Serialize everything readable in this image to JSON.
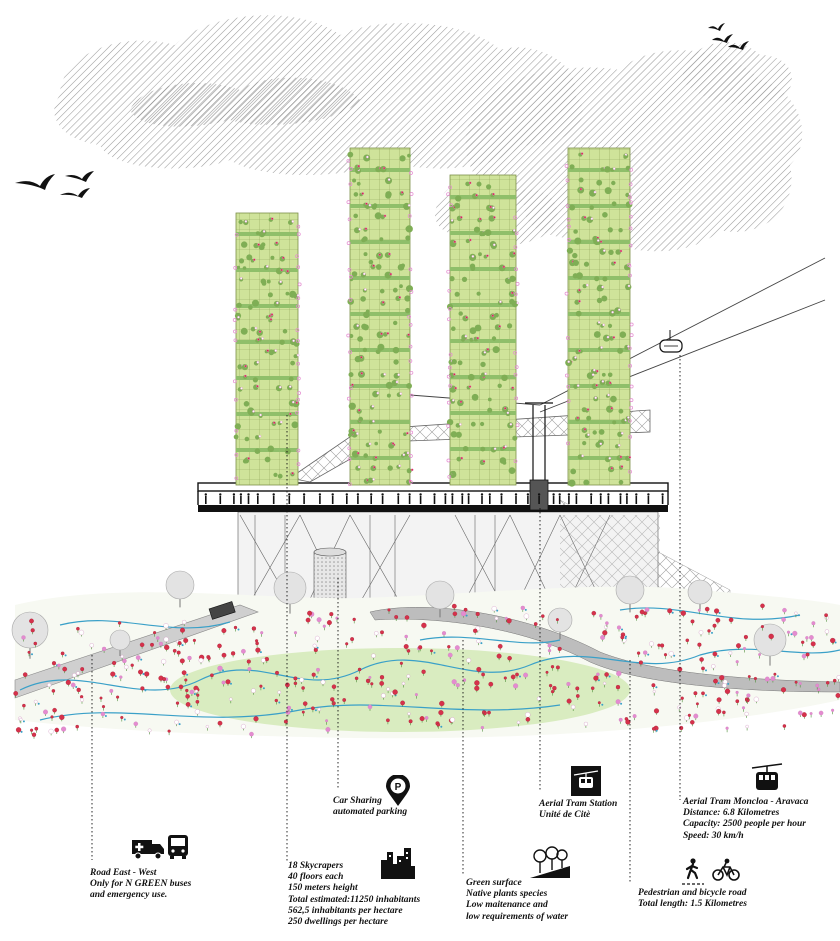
{
  "colors": {
    "tower_green": "#cfe39a",
    "flower_red": "#d6314b",
    "flower_pink": "#e48bd0",
    "water_blue": "#3aa0c8",
    "lawn_green": "#d9ecc0",
    "cloud_gray": "#b7b7b7",
    "structure_black": "#111111"
  },
  "annotations": [
    {
      "id": "road",
      "lines": [
        "Road East - West",
        "Only for N GREEN buses",
        "and emergency use."
      ],
      "icons": [
        "ambulance-icon",
        "bus-icon"
      ]
    },
    {
      "id": "skyscrapers",
      "lines": [
        "18 Skycrapers",
        "40 floors each",
        "150 meters height",
        "Total estimated:11250 inhabitants",
        "562,5 inhabitants per hectare",
        "250 dwellings per hectare"
      ],
      "icons": [
        "city-skyline-icon"
      ]
    },
    {
      "id": "car-sharing",
      "lines": [
        "Car Sharing",
        "automated parking"
      ],
      "icons": [
        "parking-pin-icon"
      ]
    },
    {
      "id": "green-surface",
      "lines": [
        "Green surface",
        "Native plants species",
        "Low maitenance and",
        "low requirements of water"
      ],
      "icons": [
        "trees-icon"
      ]
    },
    {
      "id": "tram-station",
      "lines": [
        "Aerial Tram Station",
        "Unité de Citè"
      ],
      "icons": [
        "tram-station-icon"
      ]
    },
    {
      "id": "pedestrian",
      "lines": [
        "Pedestrian and bicycle road",
        "Total length: 1.5 Kilometres"
      ],
      "icons": [
        "pedestrian-icon",
        "bicycle-icon"
      ]
    },
    {
      "id": "aerial-tram",
      "lines": [
        "Aerial Tram Moncloa - Aravaca",
        "Distance: 6.8 Kilometres",
        "Capacity: 2500 people per hour",
        "Speed: 30 km/h"
      ],
      "icons": [
        "cable-car-icon"
      ]
    }
  ]
}
